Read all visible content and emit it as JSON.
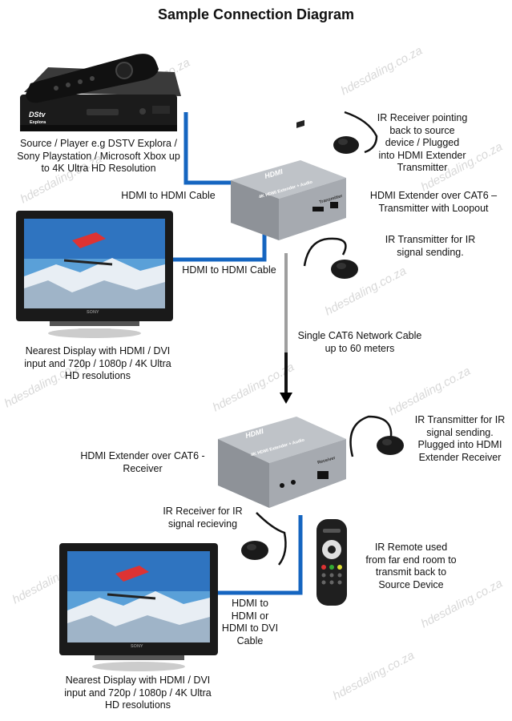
{
  "title": "Sample Connection Diagram",
  "labels": {
    "source": [
      "Source / Player e.g DSTV Explora /",
      "Sony Playstation / Microsoft Xbox up",
      "to 4K Ultra HD Resolution"
    ],
    "hdmi_cable_top": "HDMI to HDMI Cable",
    "hdmi_cable_mid": "HDMI to HDMI Cable",
    "ir_receiver_top": [
      "IR Receiver pointing",
      "back to source",
      "device / Plugged",
      "into HDMI Extender",
      "Transmitter"
    ],
    "tx_desc": [
      "HDMI Extender over CAT6 –",
      "Transmitter with Loopout"
    ],
    "ir_tx_top": [
      "IR Transmitter for IR",
      "signal sending."
    ],
    "display_top": [
      "Nearest Display with HDMI / DVI",
      "input and 720p / 1080p / 4K Ultra",
      "HD resolutions"
    ],
    "cat6": [
      "Single CAT6 Network Cable",
      "up to 60 meters"
    ],
    "rx_desc": [
      "HDMI Extender over CAT6 -",
      "Receiver"
    ],
    "ir_tx_bottom": [
      "IR Transmitter for IR",
      "signal sending.",
      "Plugged into HDMI",
      "Extender Receiver"
    ],
    "ir_rx_bottom": [
      "IR Receiver for IR",
      "signal recieving"
    ],
    "remote_desc": [
      "IR Remote used",
      "from far end room to",
      "transmit back to",
      "Source Device"
    ],
    "hdmi_bottom": [
      "HDMI to",
      "HDMI or",
      "HDMI to DVI",
      "Cable"
    ],
    "display_bottom": [
      "Nearest Display with HDMI / DVI",
      "input and 720p / 1080p / 4K Ultra",
      "HD resolutions"
    ]
  },
  "devices": {
    "stb_brand": "DStv",
    "stb_sub": "Explora",
    "tx_logo": "HDMI",
    "tx_name": "4K HDMI Extender + Audio",
    "tx_role": "Transmitter",
    "rx_logo": "HDMI",
    "rx_name": "4K HDMI Extender + Audio",
    "rx_role": "Receiver",
    "tv_brand": "SONY"
  },
  "watermark": "hdesdaling.co.za",
  "colors": {
    "hdmi_cable": "#1565c0",
    "cat6_cable": "#9e9e9e",
    "arrow": "#000000",
    "device_body": "#a9adb3",
    "stb_body": "#1b1b1b"
  },
  "icons": [
    "set-top-box-icon",
    "tv-icon",
    "hdmi-extender-icon",
    "ir-sensor-icon",
    "remote-control-icon",
    "down-arrow-icon"
  ]
}
